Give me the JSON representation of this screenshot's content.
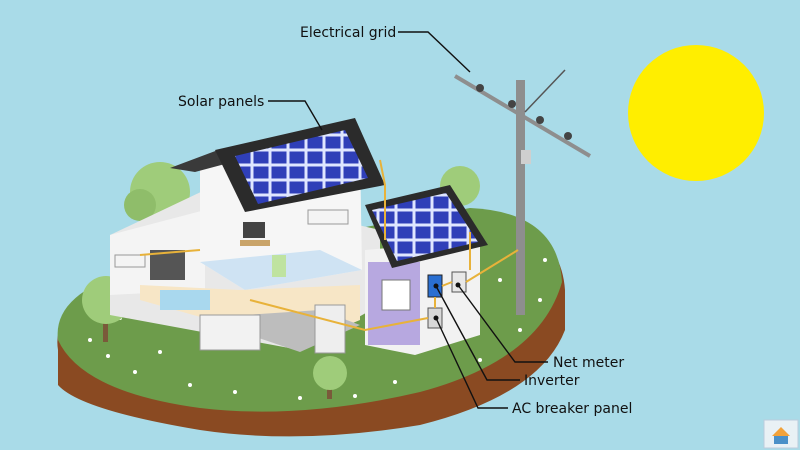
{
  "labels": {
    "electrical_grid": "Electrical grid",
    "solar_panels": "Solar panels",
    "net_meter": "Net meter",
    "inverter": "Inverter",
    "ac_breaker_panel": "AC breaker panel"
  },
  "colors": {
    "sky": "#a9dbe8",
    "sun": "#ffee00",
    "grass": "#6b9a4a",
    "soil": "#8a4a22",
    "panel": "#2f3fb8",
    "roof": "#3a3a3a",
    "wire": "#e8b23a"
  },
  "icons": {
    "watermark": "house-logo-icon"
  }
}
